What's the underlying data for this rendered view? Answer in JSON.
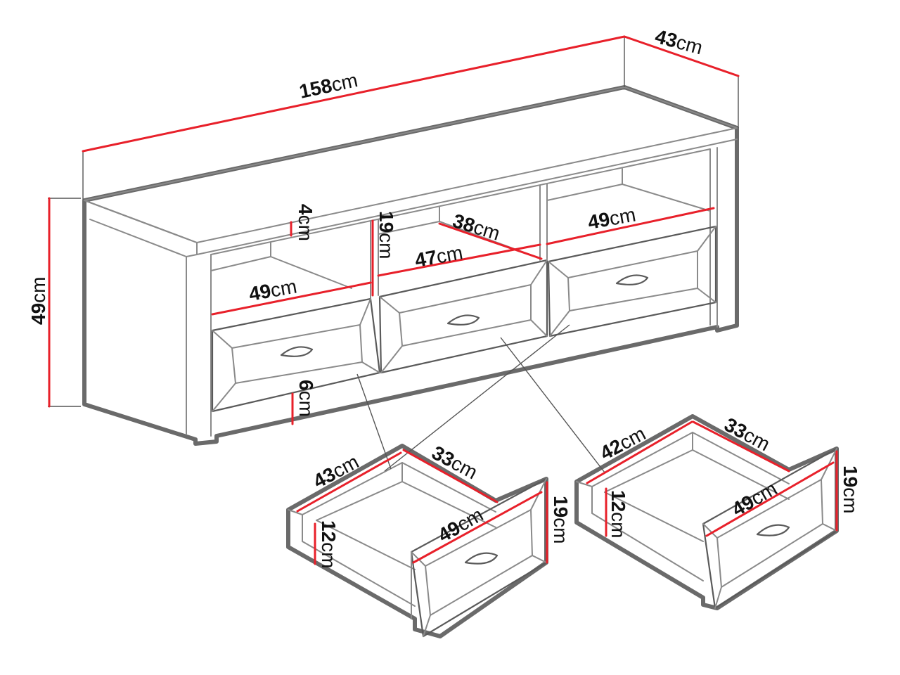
{
  "colors": {
    "outline": "#6a6a6a",
    "line": "#8a8a8a",
    "dimension_line": "#e8202a",
    "text": "#111111"
  },
  "unit": "cm",
  "cabinet": {
    "width": {
      "value": "158",
      "unit": "cm"
    },
    "depth": {
      "value": "43",
      "unit": "cm"
    },
    "height": {
      "value": "49",
      "unit": "cm"
    },
    "top_clearance": {
      "value": "4",
      "unit": "cm"
    },
    "niche_height": {
      "value": "19",
      "unit": "cm"
    },
    "niche_depth": {
      "value": "38",
      "unit": "cm"
    },
    "niche_inner_width": {
      "value": "47",
      "unit": "cm"
    },
    "left_niche_width": {
      "value": "49",
      "unit": "cm"
    },
    "right_niche_width": {
      "value": "49",
      "unit": "cm"
    },
    "leg_height": {
      "value": "6",
      "unit": "cm"
    }
  },
  "drawer_left": {
    "depth": {
      "value": "43",
      "unit": "cm"
    },
    "inner_width": {
      "value": "33",
      "unit": "cm"
    },
    "front_width": {
      "value": "49",
      "unit": "cm"
    },
    "front_height": {
      "value": "19",
      "unit": "cm"
    },
    "side_height": {
      "value": "12",
      "unit": "cm"
    }
  },
  "drawer_right": {
    "depth": {
      "value": "42",
      "unit": "cm"
    },
    "inner_width": {
      "value": "33",
      "unit": "cm"
    },
    "front_width": {
      "value": "49",
      "unit": "cm"
    },
    "front_height": {
      "value": "19",
      "unit": "cm"
    },
    "side_height": {
      "value": "12",
      "unit": "cm"
    }
  }
}
